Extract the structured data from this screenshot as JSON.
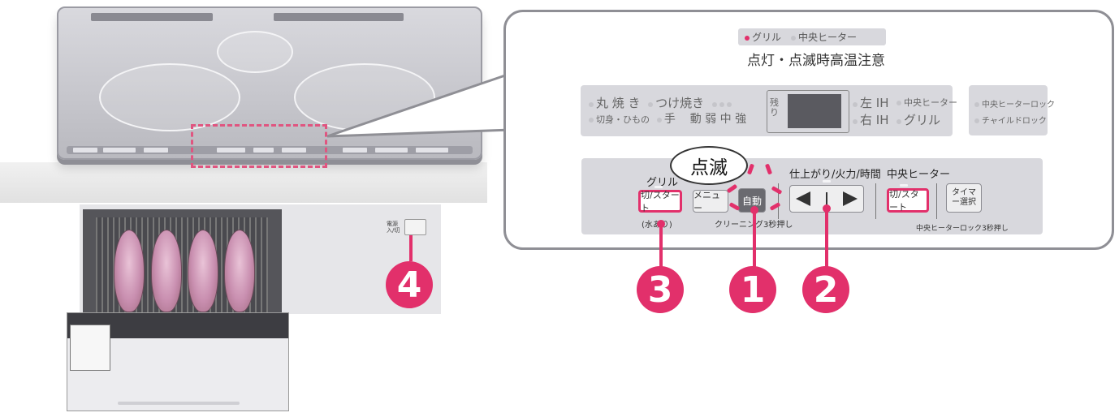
{
  "indicator": {
    "grill": "グリル",
    "center_heater": "中央ヒーター"
  },
  "caution": "点灯・点滅時高温注意",
  "display_panel": {
    "menu_row1": [
      "丸 焼 き",
      "つけ焼き"
    ],
    "menu_row2": [
      "切身・ひもの",
      "手",
      "動",
      "弱",
      "中",
      "強"
    ],
    "remain": "残り",
    "left_ih": "左 IH",
    "right_ih": "右 IH",
    "center_heater": "中央ヒーター",
    "grill": "グリル",
    "lock1": "中央ヒーターロック",
    "lock2": "チャイルドロック"
  },
  "blink_bubble": "点滅",
  "buttons": {
    "grill_label": "グリル",
    "grill_start": "切/スタート",
    "grill_sub": "(水あり)",
    "menu": "メニュー",
    "auto": "自動",
    "cleaning_sub": "クリーニング3秒押し",
    "finish_label": "仕上がり/火力/時間",
    "center_label": "中央ヒーター",
    "center_start": "切/スタート",
    "timer": "タイマー選択",
    "timer_sub": "中央ヒーターロック3秒押し"
  },
  "markers": [
    "3",
    "1",
    "2",
    "4"
  ],
  "power_label": "電源 入/切",
  "colors": {
    "accent": "#e2306b",
    "panel": "#d8d8dd"
  }
}
